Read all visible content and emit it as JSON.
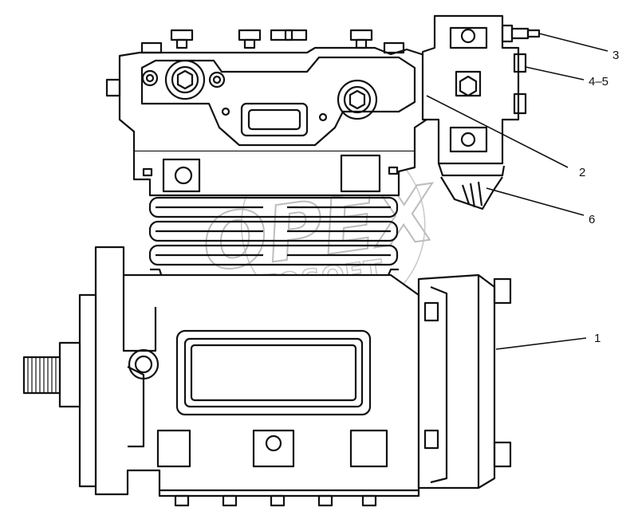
{
  "watermark": {
    "main": "OPEX",
    "sub": "AUTOSOFT",
    "color": "#bdbdbd"
  },
  "line_color": "#111111",
  "callouts": [
    {
      "id": "c1",
      "label": "1"
    },
    {
      "id": "c2",
      "label": "2"
    },
    {
      "id": "c3",
      "label": "3"
    },
    {
      "id": "c45",
      "label": "4–5"
    },
    {
      "id": "c6",
      "label": "6"
    }
  ]
}
